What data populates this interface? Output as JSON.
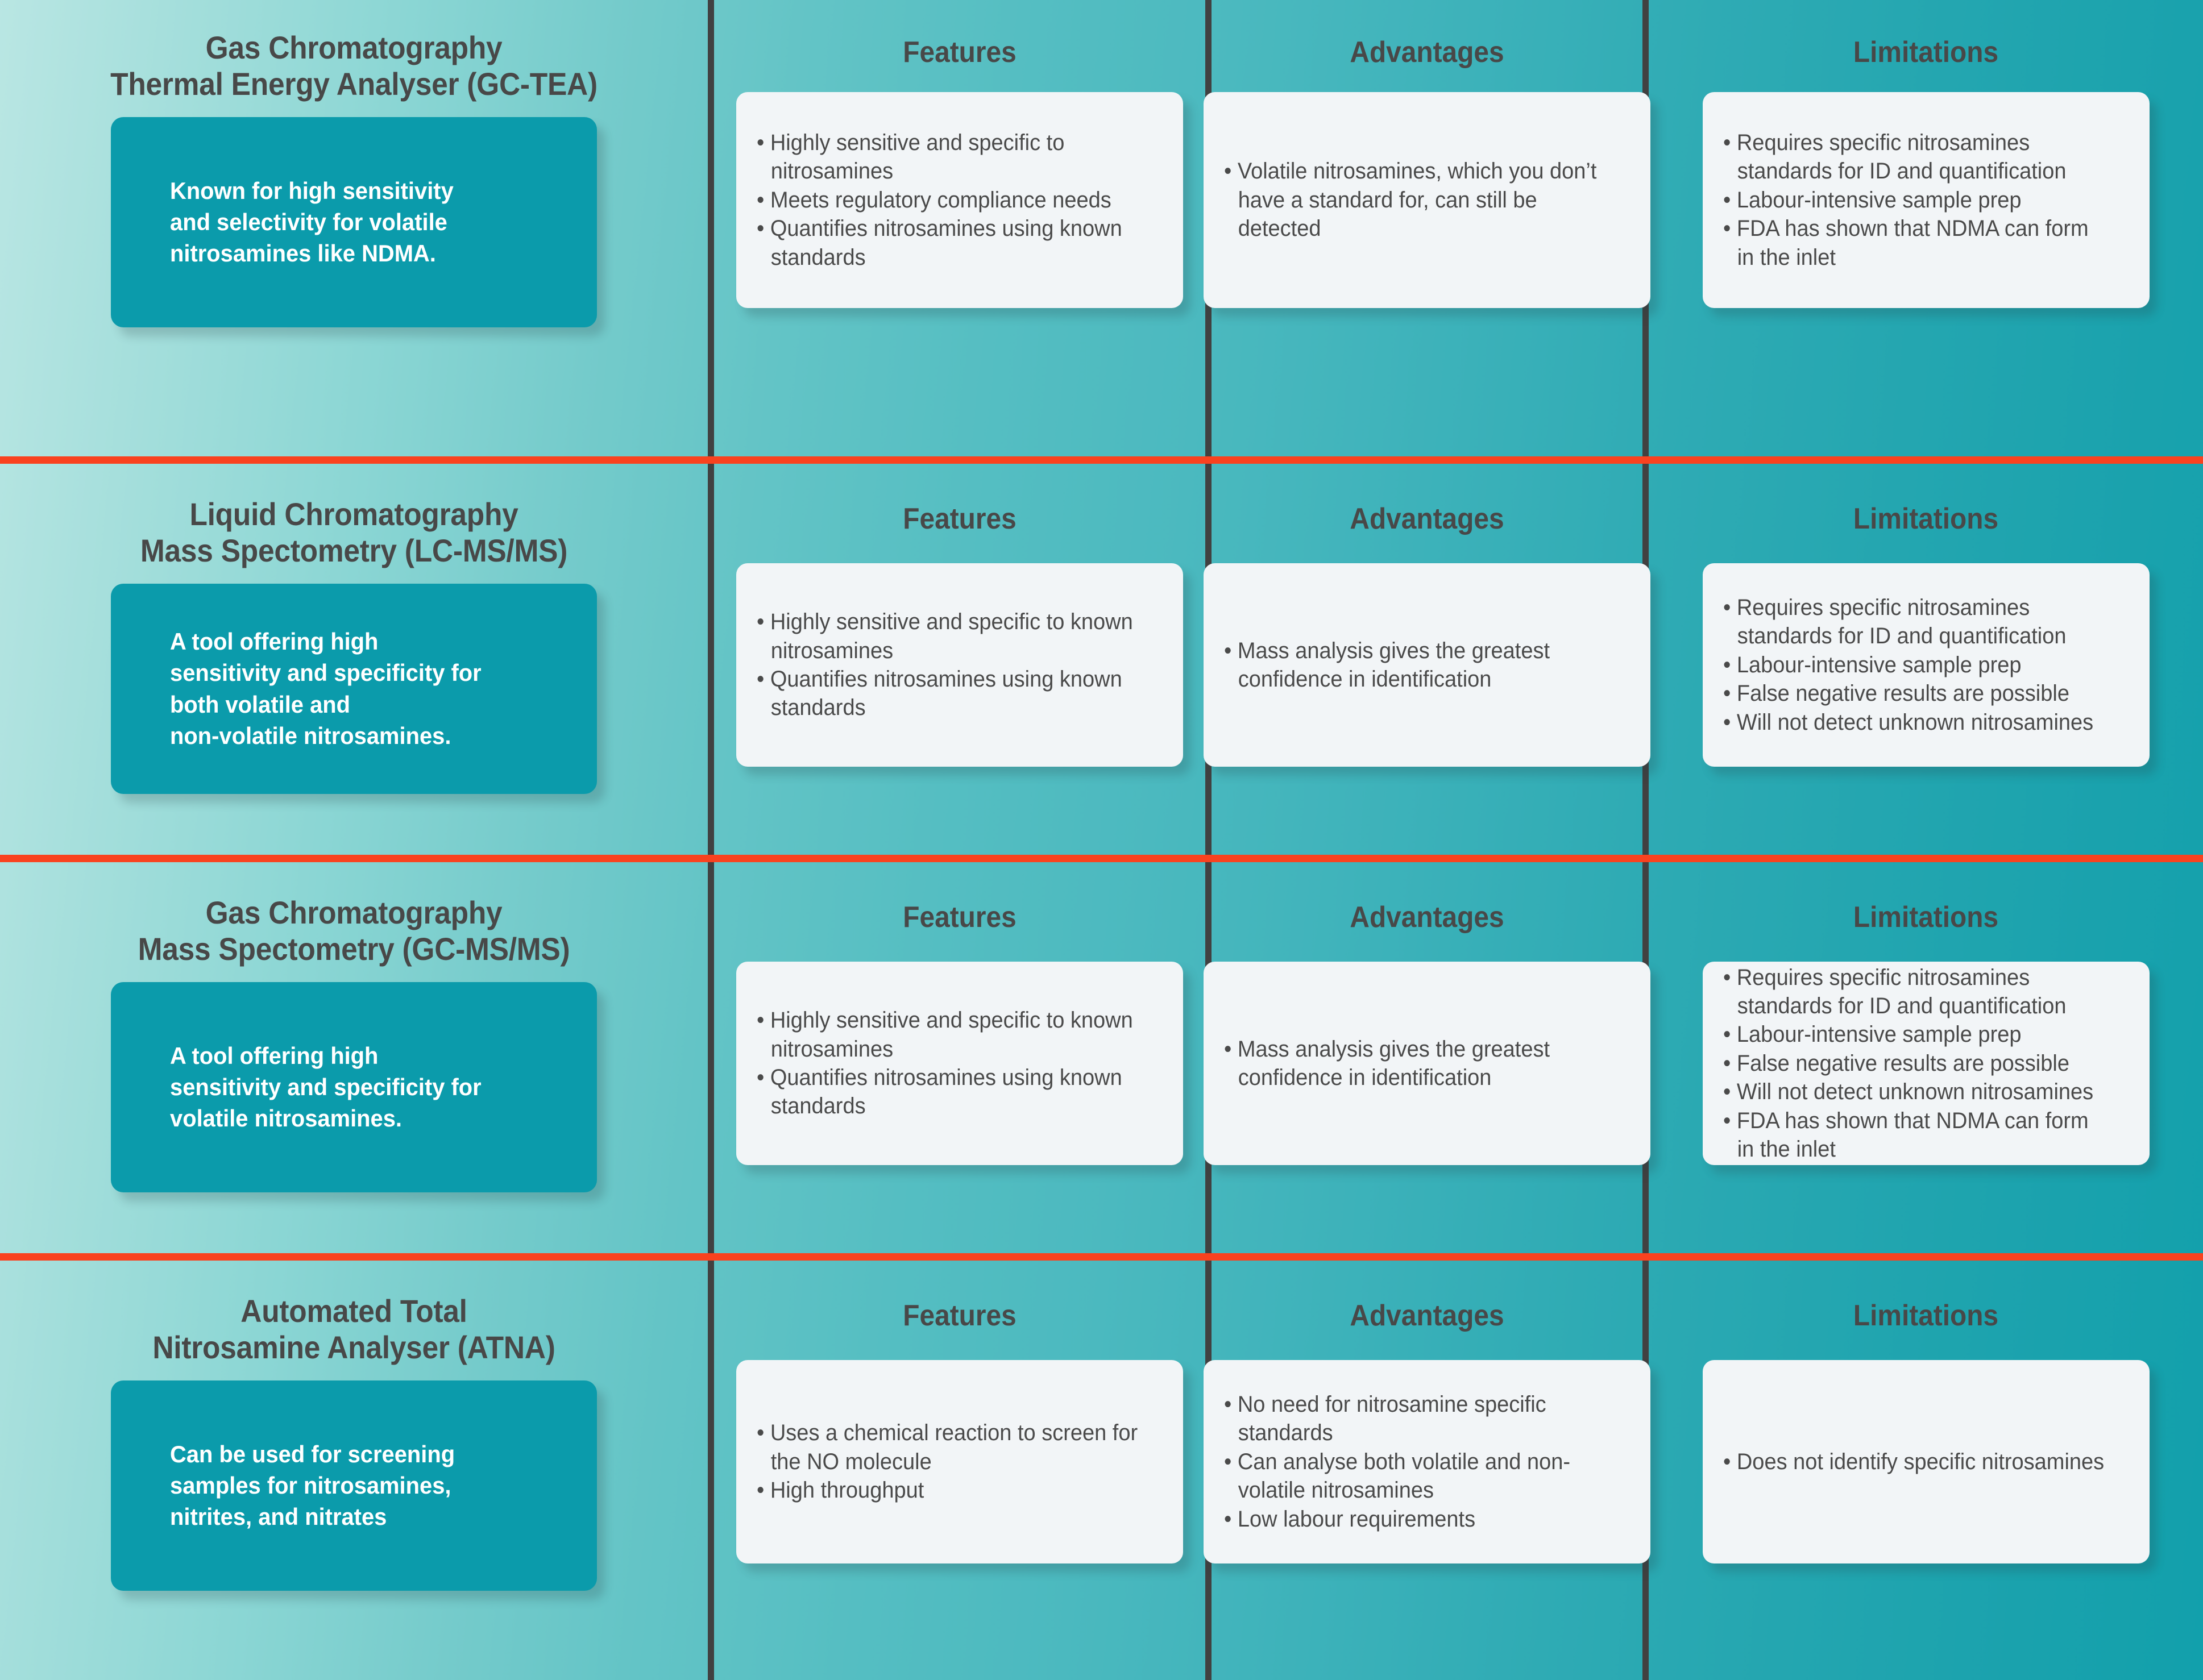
{
  "colors": {
    "accent_teal": "#0b9bab",
    "divider_dark": "#414141",
    "separator_red": "#f9421f",
    "card_light": "#f2f5f7",
    "heading_text": "#484848"
  },
  "column_headings": {
    "features": "Features",
    "advantages": "Advantages",
    "limitations": "Limitations"
  },
  "rows": [
    {
      "title_line1": "Gas Chromatography",
      "title_line2": "Thermal Energy Analyser (GC-TEA)",
      "summary": "Known for high sensitivity\nand selectivity for volatile\nnitrosamines like NDMA.",
      "features": [
        "Highly sensitive and specific to nitrosamines",
        "Meets regulatory compliance needs",
        "Quantifies nitrosamines using known standards"
      ],
      "advantages": [
        "Volatile nitrosamines, which you don’t have a standard for, can still be detected"
      ],
      "limitations": [
        "Requires specific nitrosamines standards for ID and quantification",
        "Labour-intensive sample prep",
        "FDA has shown that NDMA can form in the inlet"
      ]
    },
    {
      "title_line1": "Liquid Chromatography",
      "title_line2": "Mass Spectometry (LC-MS/MS)",
      "summary": "A tool offering high\nsensitivity and specificity for\nboth volatile and\nnon-volatile nitrosamines.",
      "features": [
        "Highly sensitive and specific to known nitrosamines",
        "Quantifies nitrosamines using known standards"
      ],
      "advantages": [
        "Mass analysis gives the greatest confidence in identification"
      ],
      "limitations": [
        "Requires specific nitrosamines standards for ID and quantification",
        "Labour-intensive sample prep",
        "False negative results are possible",
        "Will not detect unknown nitrosamines"
      ]
    },
    {
      "title_line1": "Gas Chromatography",
      "title_line2": "Mass Spectometry (GC-MS/MS)",
      "summary": "A tool offering high\nsensitivity and specificity for\nvolatile nitrosamines.",
      "features": [
        "Highly sensitive and specific to known nitrosamines",
        "Quantifies nitrosamines using known standards"
      ],
      "advantages": [
        "Mass analysis gives the greatest confidence in identification"
      ],
      "limitations": [
        "Requires specific nitrosamines standards for ID and quantification",
        "Labour-intensive sample prep",
        "False negative results are possible",
        "Will not detect unknown nitrosamines",
        "FDA has shown that NDMA can form in the inlet"
      ]
    },
    {
      "title_line1": "Automated Total",
      "title_line2": "Nitrosamine Analyser (ATNA)",
      "summary": "Can be used for screening\nsamples for nitrosamines,\nnitrites, and nitrates",
      "features": [
        "Uses a chemical reaction to screen for the NO molecule",
        "High throughput"
      ],
      "advantages": [
        "No need for nitrosamine specific standards",
        "Can analyse both volatile and non-volatile nitrosamines",
        "Low labour requirements"
      ],
      "limitations": [
        "Does not identify specific nitrosamines"
      ]
    }
  ]
}
